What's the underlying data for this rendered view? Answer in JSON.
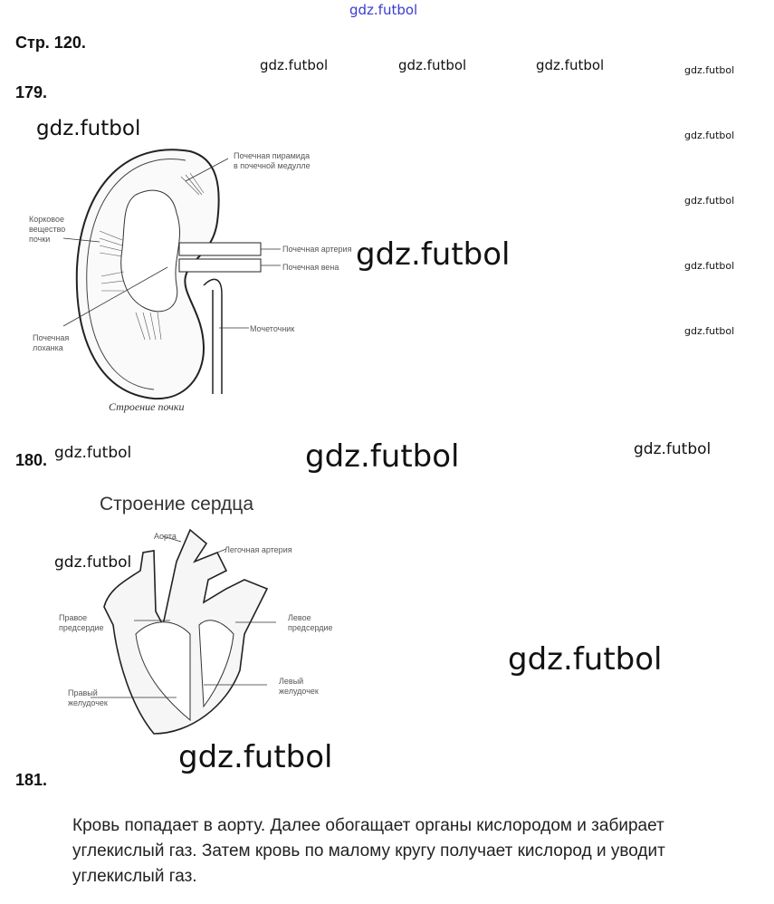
{
  "watermark": "gdz.futbol",
  "page_heading": "Стр. 120.",
  "tasks": {
    "t179": {
      "number": "179.",
      "figure": {
        "caption": "Строение почки",
        "labels": {
          "pyramid": [
            "Почечная пирамида",
            "в почечной медулле"
          ],
          "cortex": [
            "Корковое",
            "вещество",
            "почки"
          ],
          "artery": "Почечная артерия",
          "vein": "Почечная вена",
          "ureter": "Мочеточник",
          "pelvis": [
            "Почечная",
            "лоханка"
          ]
        }
      }
    },
    "t180": {
      "number": "180.",
      "figure": {
        "title": "Строение сердца",
        "labels": {
          "aorta": "Аорта",
          "pulmonary_artery": "Легочная артерия",
          "right_atrium": [
            "Правое",
            "предсердие"
          ],
          "left_atrium": [
            "Левое",
            "предсердие"
          ],
          "left_ventricle": [
            "Левый",
            "желудочек"
          ],
          "right_ventricle": [
            "Правый",
            "желудочек"
          ]
        }
      }
    },
    "t181": {
      "number": "181.",
      "lines": [
        "Кровь попадает в аорту. Далее обогащает органы кислородом и забирает",
        "углекислый газ. Затем кровь по малому кругу получает кислород и уводит",
        "углекислый газ."
      ]
    }
  },
  "colors": {
    "link": "#3a3ad0"
  }
}
